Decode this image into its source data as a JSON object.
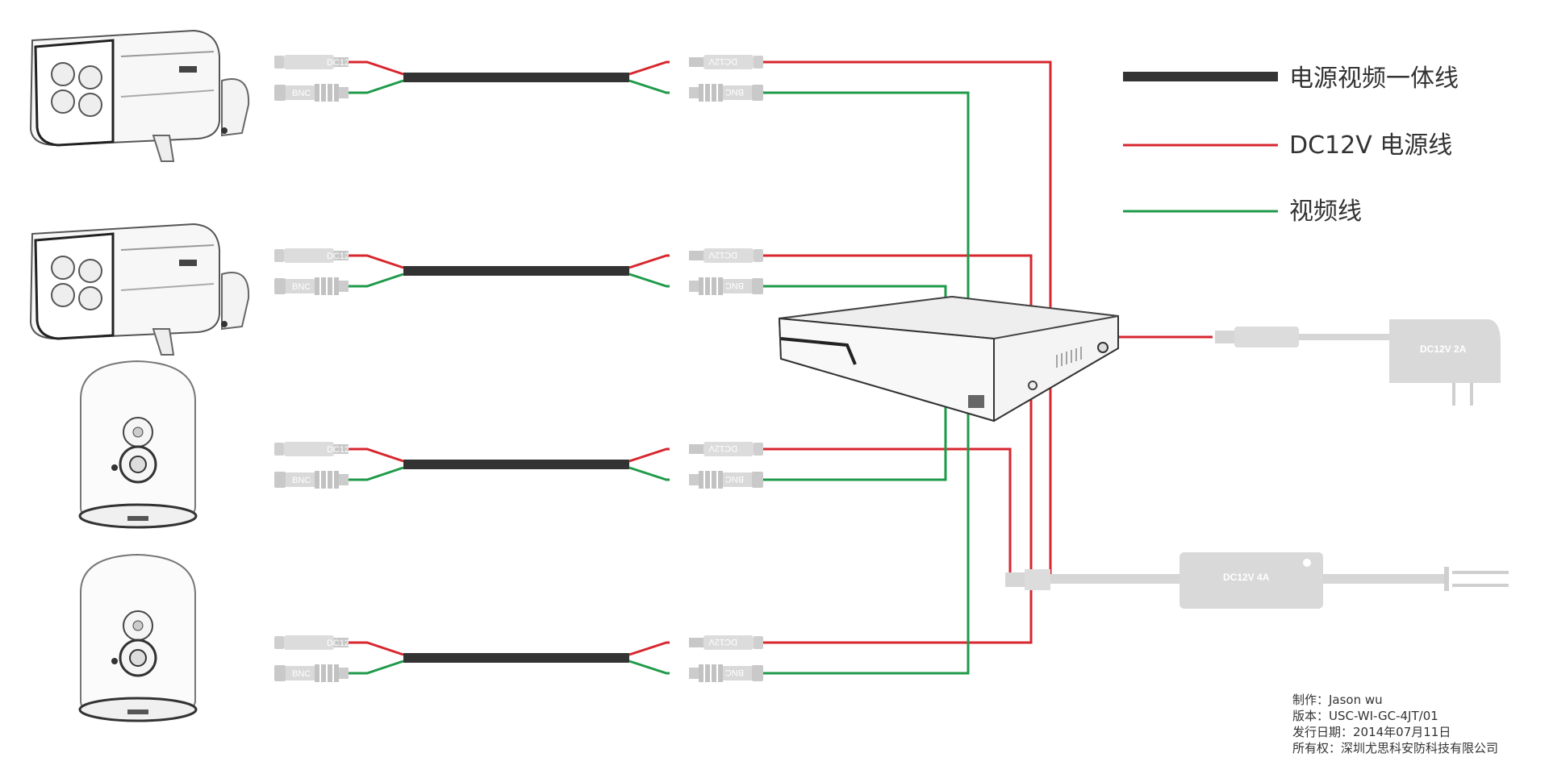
{
  "legend": {
    "combined_cable": "电源视频一体线",
    "power_cable": "DC12V 电源线",
    "video_cable": "视频线"
  },
  "connectors": {
    "dc_label": "DC12V",
    "bnc_label": "BNC"
  },
  "adapters": {
    "small": "DC12V 2A",
    "large": "DC12V 4A"
  },
  "cameras": [
    {
      "type": "bullet",
      "brand_icon": "bullet-camera-icon"
    },
    {
      "type": "bullet",
      "brand_icon": "bullet-camera-icon"
    },
    {
      "type": "dome",
      "brand_icon": "dome-camera-icon"
    },
    {
      "type": "dome",
      "brand_icon": "dome-camera-icon"
    }
  ],
  "info": {
    "author": "制作：Jason wu",
    "version": "版本：USC-WI-GC-4JT/01",
    "date": "发行日期：2014年07月11日",
    "copyright": "所有权：深圳尤思科安防科技有限公司"
  },
  "colors": {
    "power": "#d7262e",
    "video": "#1e9a4a",
    "combined": "#333333",
    "device_gray": "#d9d9d9"
  }
}
